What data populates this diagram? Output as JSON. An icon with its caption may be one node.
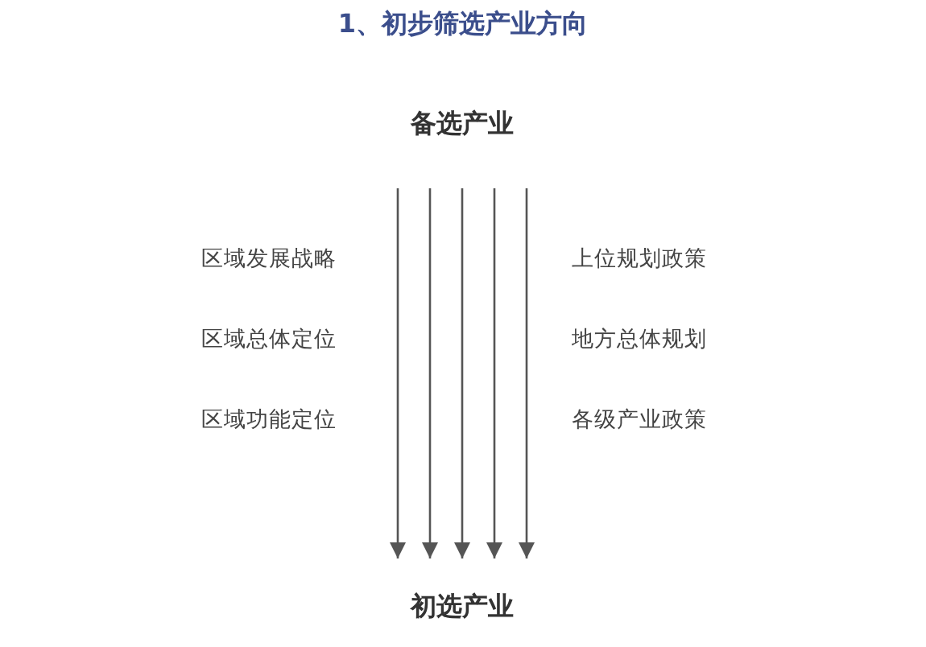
{
  "diagram": {
    "title": "1、初步筛选产业方向",
    "nodes": [
      {
        "text": [
          "备选产业"
        ]
      },
      {
        "text": [
          "初选产业"
        ]
      }
    ],
    "edges": [
      {
        "from": 0,
        "to": 1,
        "arrow": "to"
      },
      {
        "from": 0,
        "to": 1,
        "arrow": "to"
      },
      {
        "from": 0,
        "to": 1,
        "arrow": "to"
      },
      {
        "from": 0,
        "to": 1,
        "arrow": "to"
      },
      {
        "from": 0,
        "to": 1,
        "arrow": "to"
      }
    ],
    "labels": [
      "区域发展战略",
      "上位规划政策",
      "区域总体定位",
      "地方总体规划",
      "区域功能定位",
      "各级产业政策"
    ]
  }
}
